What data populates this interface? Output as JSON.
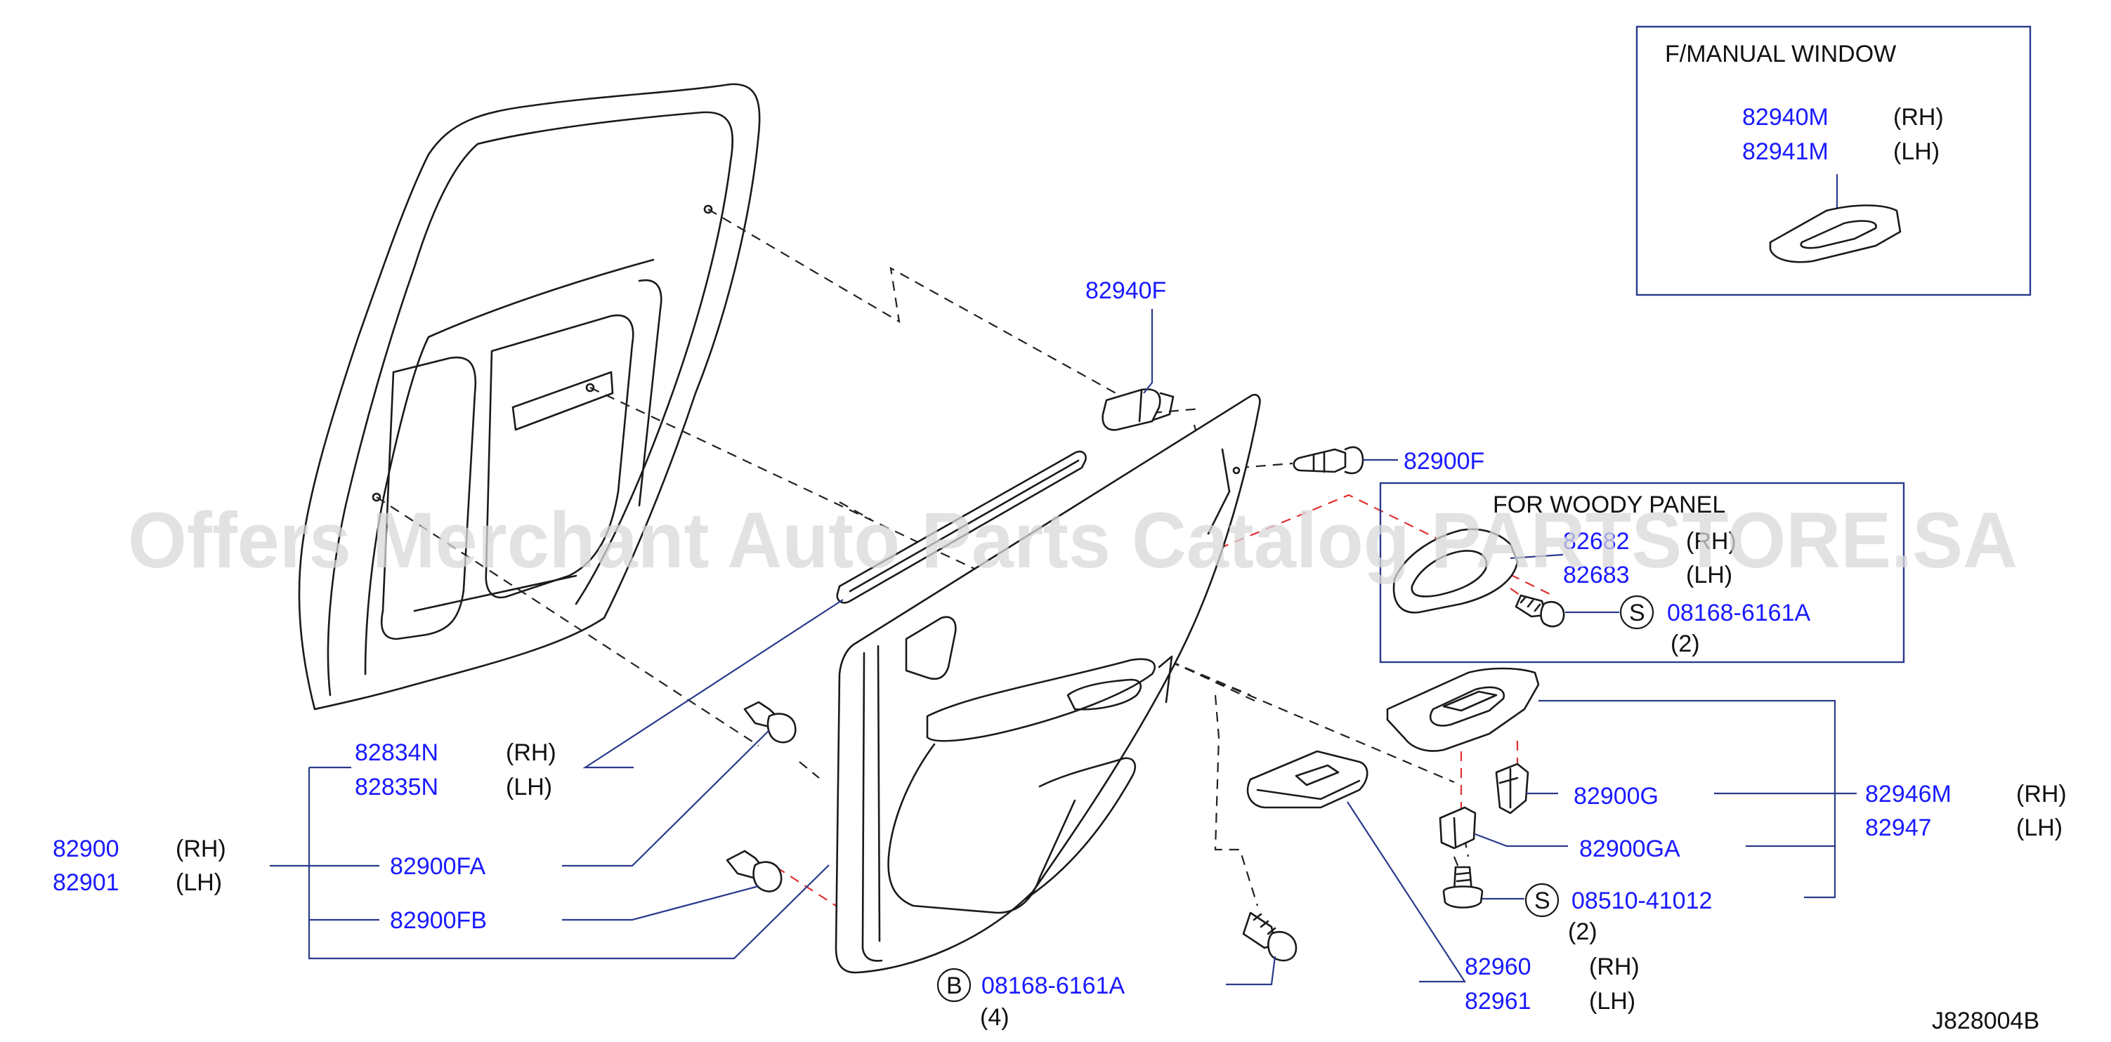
{
  "colors": {
    "part_number": "#1a1aff",
    "text": "#111111",
    "leader": "#2a3a8c",
    "red_dash": "#e03030",
    "watermark": "#d8d8d8"
  },
  "watermark": "Offers Merchant Auto Parts Catalog PARTSTORE.SA",
  "diagram_id": "J828004B",
  "inset_manual_window": {
    "title": "F/MANUAL   WINDOW",
    "parts": [
      {
        "number": "82940M",
        "side": "(RH)"
      },
      {
        "number": "82941M",
        "side": "(LH)"
      }
    ]
  },
  "inset_woody_panel": {
    "title": "FOR  WOODY  PANEL",
    "parts": [
      {
        "number": "82682",
        "side": "(RH)"
      },
      {
        "number": "82683",
        "side": "(LH)"
      }
    ],
    "screw": {
      "symbol": "S",
      "number": "08168-6161A",
      "qty": "(2)"
    }
  },
  "callouts": {
    "p82940F": "82940F",
    "p82900F": "82900F",
    "p82834N": {
      "number": "82834N",
      "side": "(RH)"
    },
    "p82835N": {
      "number": "82835N",
      "side": "(LH)"
    },
    "p82900": {
      "number": "82900",
      "side": "(RH)"
    },
    "p82901": {
      "number": "82901",
      "side": "(LH)"
    },
    "p82900FA": "82900FA",
    "p82900FB": "82900FB",
    "bolt_b": {
      "symbol": "B",
      "number": "08168-6161A",
      "qty": "(4)"
    },
    "p82960": {
      "number": "82960",
      "side": "(RH)"
    },
    "p82961": {
      "number": "82961",
      "side": "(LH)"
    },
    "p82900G": "82900G",
    "p82900GA": "82900GA",
    "screw_s": {
      "symbol": "S",
      "number": "08510-41012",
      "qty": "(2)"
    },
    "p82946M": {
      "number": "82946M",
      "side": "(RH)"
    },
    "p82947": {
      "number": "82947",
      "side": "(LH)"
    }
  }
}
